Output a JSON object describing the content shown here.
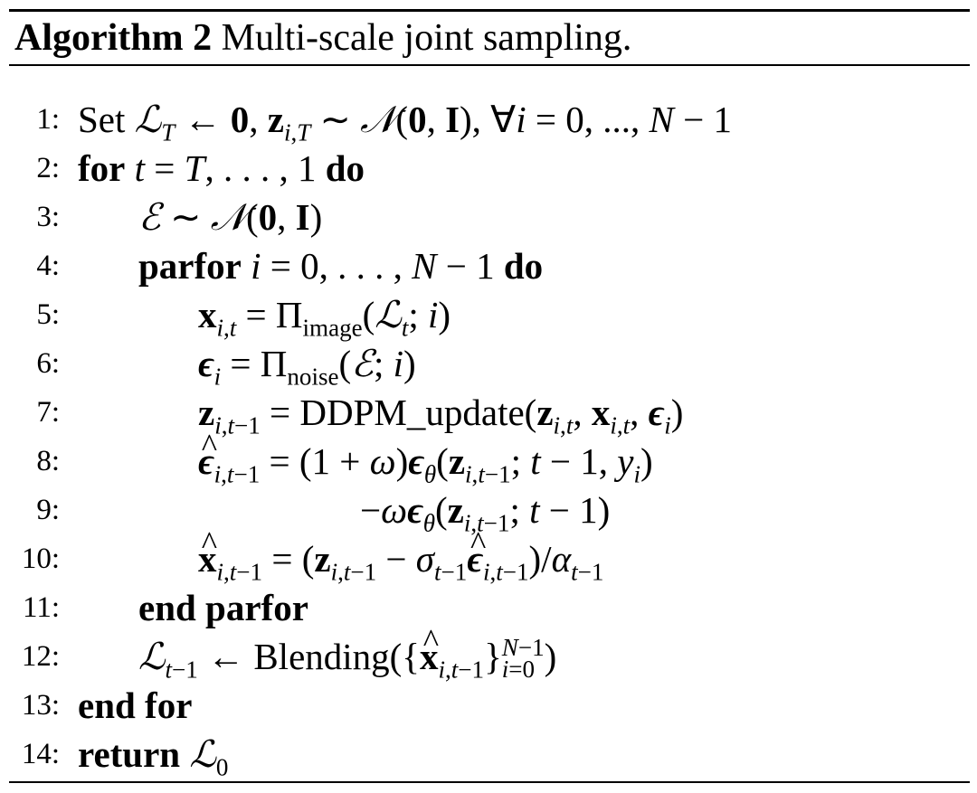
{
  "algorithm": {
    "label": "Algorithm 2",
    "title": "Multi-scale joint sampling."
  },
  "lines": [
    {
      "num": "1:",
      "text": "Set 𝓛_T ← 0, z_{i,T} ∼ 𝒩(0, I), ∀i = 0, ..., N − 1"
    },
    {
      "num": "2:",
      "text": "for t = T, . . . , 1 do"
    },
    {
      "num": "3:",
      "text": "ℰ ∼ 𝒩(0, I)"
    },
    {
      "num": "4:",
      "text": "parfor i = 0, . . . , N − 1 do"
    },
    {
      "num": "5:",
      "text": "x_{i,t} = Π_image(𝓛_t; i)"
    },
    {
      "num": "6:",
      "text": "ϵ_i = Π_noise(ℰ; i)"
    },
    {
      "num": "7:",
      "text": "z_{i,t−1} = DDPM_update(z_{i,t}, x_{i,t}, ϵ_i)"
    },
    {
      "num": "8:",
      "text": "ϵ̂_{i,t−1} = (1 + ω)ϵ_θ(z_{i,t−1}; t − 1, y_i)"
    },
    {
      "num": "9:",
      "text": "−ωϵ_θ(z_{i,t−1}; t − 1)"
    },
    {
      "num": "10:",
      "text": "x̂_{i,t−1} = (z_{i,t−1} − σ_{t−1}ϵ̂_{i,t−1})/α_{t−1}"
    },
    {
      "num": "11:",
      "text": "end parfor"
    },
    {
      "num": "12:",
      "text": "𝓛_{t−1} ← Blending({x̂_{i,t−1}}_{i=0}^{N−1})"
    },
    {
      "num": "13:",
      "text": "end for"
    },
    {
      "num": "14:",
      "text": "return 𝓛_0"
    }
  ]
}
